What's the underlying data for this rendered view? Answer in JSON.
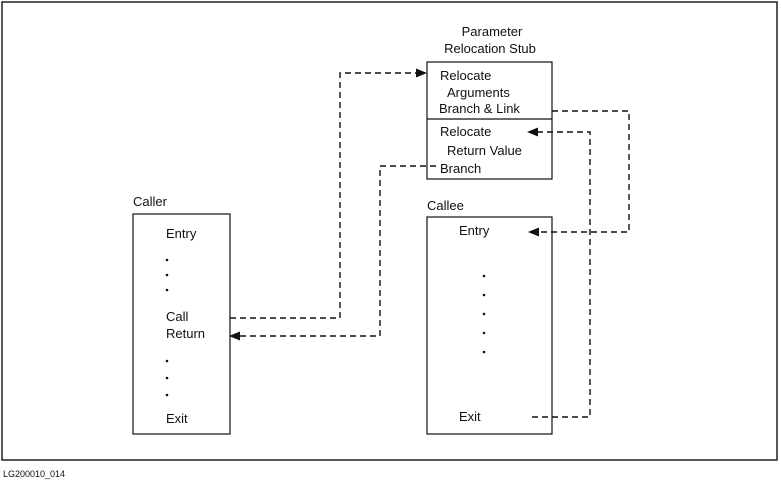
{
  "stub": {
    "title_line1": "Parameter",
    "title_line2": "Relocation Stub",
    "relocate_args": "Relocate",
    "arguments": "Arguments",
    "branch_link": "Branch & Link",
    "relocate_ret": "Relocate",
    "return_value": "Return Value",
    "branch": "Branch"
  },
  "caller": {
    "title": "Caller",
    "entry": "Entry",
    "call": "Call",
    "return": "Return",
    "exit": "Exit"
  },
  "callee": {
    "title": "Callee",
    "entry": "Entry",
    "exit": "Exit"
  },
  "figure_id": "LG200010_014"
}
